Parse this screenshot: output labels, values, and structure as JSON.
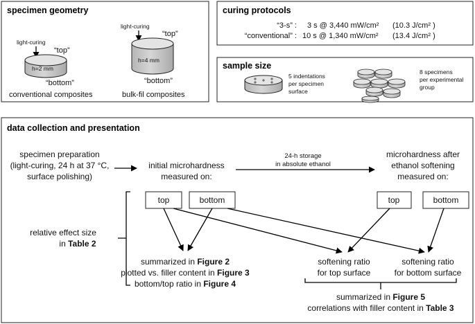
{
  "geometry": {
    "header": "specimen geometry",
    "conv": {
      "light_label": "light-curing",
      "top_label": "“top”",
      "height_label": "h=2 mm",
      "bottom_label": "“bottom”",
      "caption": "conventional composites"
    },
    "bulk": {
      "light_label": "light-curing",
      "top_label": "“top”",
      "height_label": "h=4 mm",
      "bottom_label": "“bottom”",
      "caption": "bulk-fil composites"
    }
  },
  "curing": {
    "header": "curing protocols",
    "rows": [
      {
        "name": "“3-s” :",
        "value": "3 s @ 3,440 mW/cm²",
        "energy": "(10.3 J/cm² )"
      },
      {
        "name": "“conventional” :",
        "value": "10 s @ 1,340 mW/cm²",
        "energy": "(13.4 J/cm² )"
      }
    ]
  },
  "sample": {
    "header": "sample size",
    "indent_lines": [
      "5 indentations",
      "per specimen",
      "surface"
    ],
    "spec_lines": [
      "8 specimens",
      "per experimental",
      "group"
    ]
  },
  "collection": {
    "header": "data collection and presentation",
    "prep_lines": [
      "specimen preparation",
      "(light-curing,  24 h at 37 °C,",
      "surface polishing)"
    ],
    "initial_lines": [
      "initial microhardness",
      "measured on:"
    ],
    "storage_lines": [
      "24-h storage",
      "in absolute ethanol"
    ],
    "after_lines": [
      "microhardness after",
      "ethanol softening",
      "measured on:"
    ],
    "box_top": "top",
    "box_bottom": "bottom",
    "box_top2": "top",
    "box_bottom2": "bottom",
    "effect_line1": "relative effect size",
    "effect_line2_pre": "in ",
    "effect_line2_ref": "Table 2",
    "summ_line1_pre": "summarized in ",
    "summ_line1_ref": "Figure 2",
    "summ_line2_pre": "plotted vs. filler content in ",
    "summ_line2_ref": "Figure 3",
    "summ_line3_pre": "bottom/top ratio in ",
    "summ_line3_ref": "Figure 4",
    "soft_top_lines": [
      "softening ratio",
      "for top surface"
    ],
    "soft_bottom_lines": [
      "softening ratio",
      "for bottom surface"
    ],
    "final_line1_pre": "summarized in ",
    "final_line1_ref": "Figure 5",
    "final_line2_pre": "correlations with filler content in ",
    "final_line2_ref": "Table 3"
  },
  "colors": {
    "cylinder_side": "#c9c9c9",
    "cylinder_top": "#e6e6e6",
    "stroke": "#222222"
  }
}
